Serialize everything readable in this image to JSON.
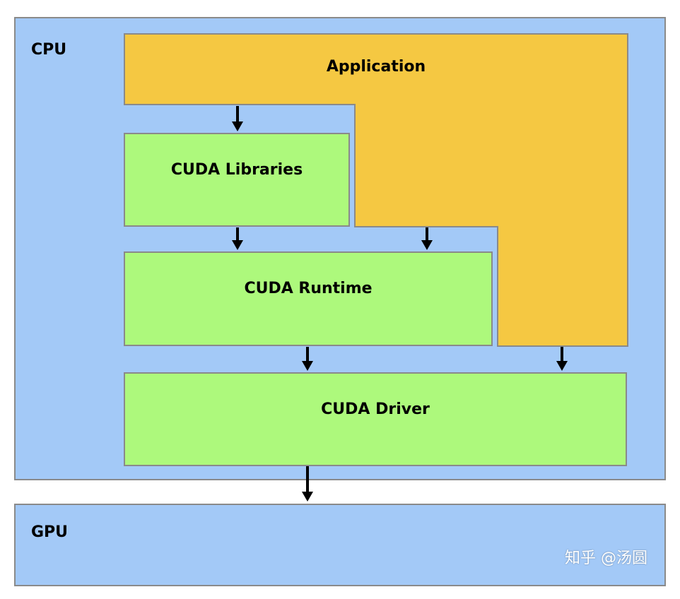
{
  "colors": {
    "cpu_bg": "#a3c9f7",
    "application": "#f5c842",
    "green": "#adf97c",
    "border": "#8a8a8a",
    "arrow": "#000000"
  },
  "cpu": {
    "label": "CPU"
  },
  "gpu": {
    "label": "GPU"
  },
  "application": {
    "label": "Application"
  },
  "cuda_libraries": {
    "label": "CUDA Libraries"
  },
  "cuda_runtime": {
    "label": "CUDA Runtime"
  },
  "cuda_driver": {
    "label": "CUDA Driver"
  },
  "watermark": "知乎 @汤圆"
}
